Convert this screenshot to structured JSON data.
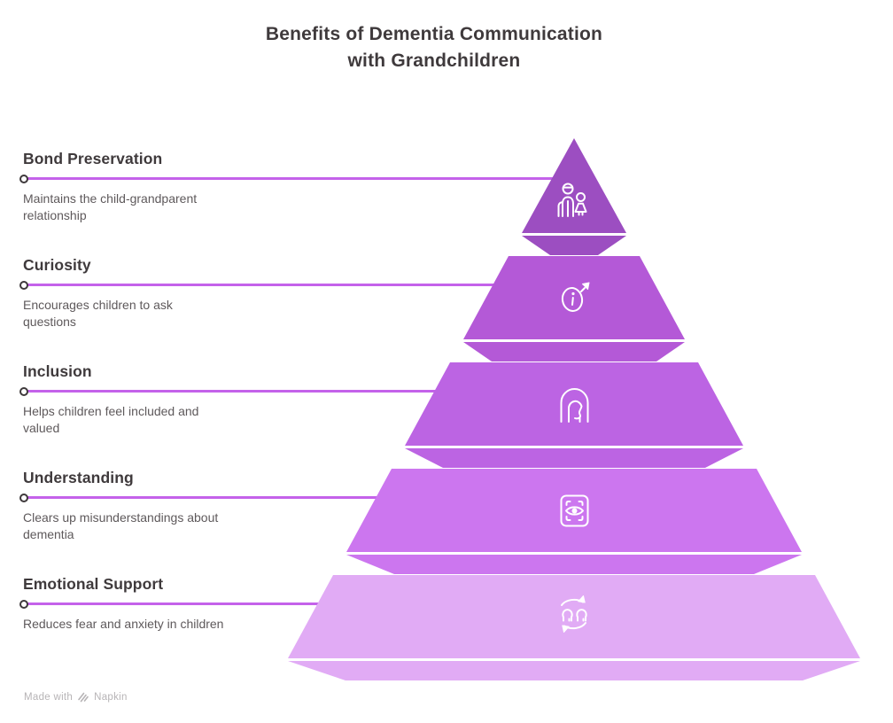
{
  "title": "Benefits of Dementia Communication\nwith Grandchildren",
  "levels": [
    {
      "title": "Bond Preservation",
      "description": "Maintains the child-grandparent\nrelationship",
      "icon": "grandparent-child-icon",
      "color": "#9c4ec1"
    },
    {
      "title": "Curiosity",
      "description": "Encourages children to ask\nquestions",
      "icon": "info-arrow-icon",
      "color": "#b459d7"
    },
    {
      "title": "Inclusion",
      "description": "Helps children feel included and\nvalued",
      "icon": "overlapping-heads-icon",
      "color": "#bc64e3"
    },
    {
      "title": "Understanding",
      "description": "Clears up misunderstandings about\ndementia",
      "icon": "framed-eye-icon",
      "color": "#cc76ef"
    },
    {
      "title": "Emotional Support",
      "description": "Reduces fear and anxiety in children",
      "icon": "heads-exchange-icon",
      "color": "#e1abf5"
    }
  ],
  "connector_color": "#c462ea",
  "text_colors": {
    "heading": "#3f3a3c",
    "description": "#5e595b"
  },
  "watermark": {
    "prefix": "Made with",
    "brand": "Napkin"
  }
}
